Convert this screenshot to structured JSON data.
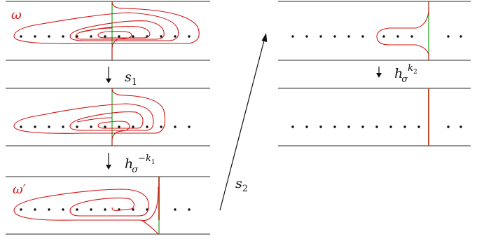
{
  "labels": {
    "omega": "ω",
    "omega_prime": "ω′",
    "s1": "s",
    "s1_sub": "1",
    "s2": "s",
    "s2_sub": "2",
    "h_left": "h",
    "h_left_sub": "σ",
    "h_left_sup": "−k",
    "h_left_sup_sub": "1",
    "h_right": "h",
    "h_right_sub": "σ",
    "h_right_sup": "k",
    "h_right_sup_sub": "2"
  },
  "colors": {
    "curve": "#d11414",
    "arc": "#1aa01a",
    "arc_overlap": "#b03a12",
    "rule": "#555555",
    "text": "#111111"
  }
}
